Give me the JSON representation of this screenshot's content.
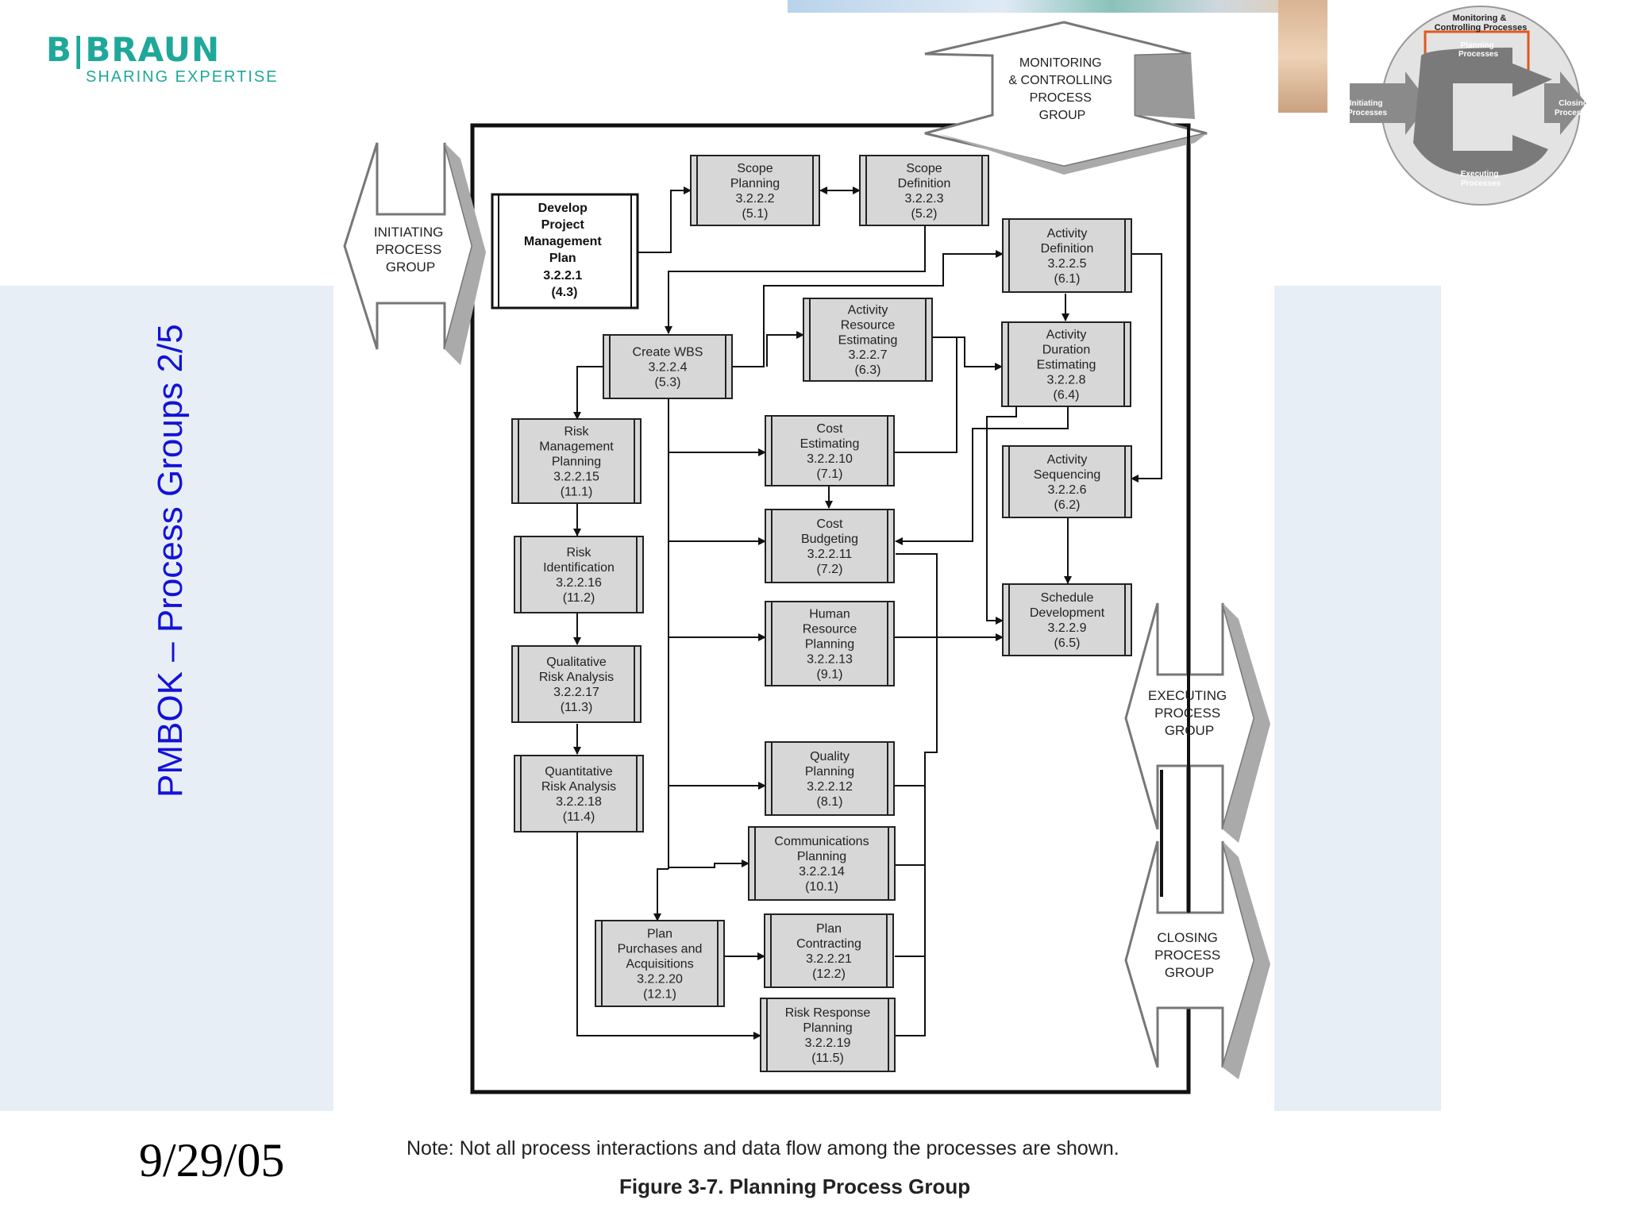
{
  "logo": {
    "brand": "B|BRAUN",
    "tagline": "SHARING EXPERTISE"
  },
  "slide": {
    "title": "PMBOK – Process Groups 2/5",
    "date": "9/29/05",
    "note": "Note: Not all process interactions and data flow among the processes are shown.",
    "caption": "Figure 3-7. Planning Process Group"
  },
  "minimap": {
    "top": [
      "Monitoring &",
      "Controlling Processes"
    ],
    "center": [
      "Planning",
      "Processes"
    ],
    "left": [
      "Initiating",
      "Processes"
    ],
    "right": [
      "Closing",
      "Processes"
    ],
    "bottom": [
      "Executing",
      "Processes"
    ],
    "highlight_color": "#e0571f"
  },
  "diagram": {
    "groups": {
      "monitoring": [
        "MONITORING",
        "& CONTROLLING",
        "PROCESS",
        "GROUP"
      ],
      "initiating": [
        "INITIATING",
        "PROCESS",
        "GROUP"
      ],
      "executing": [
        "EXECUTING",
        "PROCESS",
        "GROUP"
      ],
      "closing": [
        "CLOSING",
        "PROCESS",
        "GROUP"
      ]
    },
    "processes": {
      "develop_pmp": [
        "Develop",
        "Project",
        "Management",
        "Plan",
        "3.2.2.1",
        "(4.3)"
      ],
      "scope_planning": [
        "Scope",
        "Planning",
        "3.2.2.2",
        "(5.1)"
      ],
      "scope_definition": [
        "Scope",
        "Definition",
        "3.2.2.3",
        "(5.2)"
      ],
      "activity_definition": [
        "Activity",
        "Definition",
        "3.2.2.5",
        "(6.1)"
      ],
      "activity_resource": [
        "Activity",
        "Resource",
        "Estimating",
        "3.2.2.7",
        "(6.3)"
      ],
      "create_wbs": [
        "Create WBS",
        "3.2.2.4",
        "(5.3)"
      ],
      "activity_duration": [
        "Activity",
        "Duration",
        "Estimating",
        "3.2.2.8",
        "(6.4)"
      ],
      "risk_mgmt_planning": [
        "Risk",
        "Management",
        "Planning",
        "3.2.2.15",
        "(11.1)"
      ],
      "cost_estimating": [
        "Cost",
        "Estimating",
        "3.2.2.10",
        "(7.1)"
      ],
      "activity_sequencing": [
        "Activity",
        "Sequencing",
        "3.2.2.6",
        "(6.2)"
      ],
      "cost_budgeting": [
        "Cost",
        "Budgeting",
        "3.2.2.11",
        "(7.2)"
      ],
      "risk_identification": [
        "Risk",
        "Identification",
        "3.2.2.16",
        "(11.2)"
      ],
      "schedule_development": [
        "Schedule",
        "Development",
        "3.2.2.9",
        "(6.5)"
      ],
      "hr_planning": [
        "Human",
        "Resource",
        "Planning",
        "3.2.2.13",
        "(9.1)"
      ],
      "qualitative_risk": [
        "Qualitative",
        "Risk Analysis",
        "3.2.2.17",
        "(11.3)"
      ],
      "quantitative_risk": [
        "Quantitative",
        "Risk Analysis",
        "3.2.2.18",
        "(11.4)"
      ],
      "quality_planning": [
        "Quality",
        "Planning",
        "3.2.2.12",
        "(8.1)"
      ],
      "communications_planning": [
        "Communications",
        "Planning",
        "3.2.2.14",
        "(10.1)"
      ],
      "plan_purchases": [
        "Plan",
        "Purchases and",
        "Acquisitions",
        "3.2.2.20",
        "(12.1)"
      ],
      "plan_contracting": [
        "Plan",
        "Contracting",
        "3.2.2.21",
        "(12.2)"
      ],
      "risk_response": [
        "Risk Response",
        "Planning",
        "3.2.2.19",
        "(11.5)"
      ]
    }
  }
}
